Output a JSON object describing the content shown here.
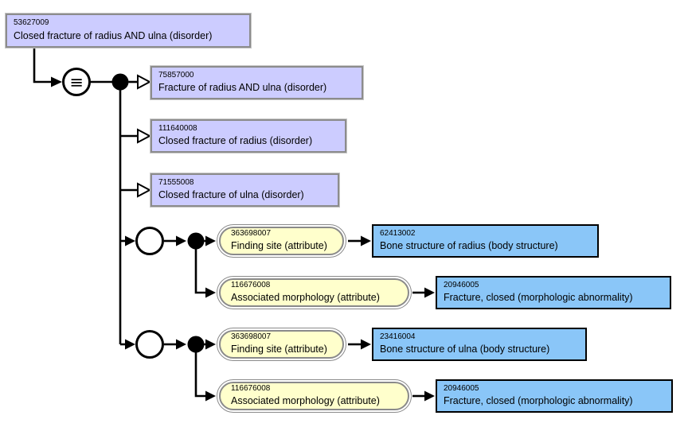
{
  "diagram": {
    "icons": {
      "defined_concept_glyph": "≡",
      "defined_concept_icon": "circle-with-equivalence-bars",
      "conjunction_node": "filled-black-circle",
      "role_group_node": "open-white-circle",
      "isa_arrow": "open-triangle-arrowhead",
      "relation_arrow": "filled-triangle-arrowhead"
    },
    "colors": {
      "concept_fill": "#ccccff",
      "concept_border": "#8c8c8c",
      "attribute_fill": "#ffffcc",
      "attribute_border": "#8a8a8a",
      "target_fill": "#8ac6f8",
      "target_border": "#000000",
      "connector": "#000000"
    },
    "focus": {
      "id": "53627009",
      "label": "Closed fracture of radius AND ulna (disorder)"
    },
    "parents": [
      {
        "id": "75857000",
        "label": "Fracture of radius AND ulna (disorder)"
      },
      {
        "id": "111640008",
        "label": "Closed fracture of radius (disorder)"
      },
      {
        "id": "71555008",
        "label": "Closed fracture of ulna (disorder)"
      }
    ],
    "groups": [
      {
        "rows": [
          {
            "attribute": {
              "id": "363698007",
              "label": "Finding site (attribute)"
            },
            "target": {
              "id": "62413002",
              "label": "Bone structure of radius (body structure)"
            }
          },
          {
            "attribute": {
              "id": "116676008",
              "label": "Associated morphology (attribute)"
            },
            "target": {
              "id": "20946005",
              "label": "Fracture, closed (morphologic abnormality)"
            }
          }
        ]
      },
      {
        "rows": [
          {
            "attribute": {
              "id": "363698007",
              "label": "Finding site (attribute)"
            },
            "target": {
              "id": "23416004",
              "label": "Bone structure of ulna (body structure)"
            }
          },
          {
            "attribute": {
              "id": "116676008",
              "label": "Associated morphology (attribute)"
            },
            "target": {
              "id": "20946005",
              "label": "Fracture, closed (morphologic abnormality)"
            }
          }
        ]
      }
    ]
  }
}
